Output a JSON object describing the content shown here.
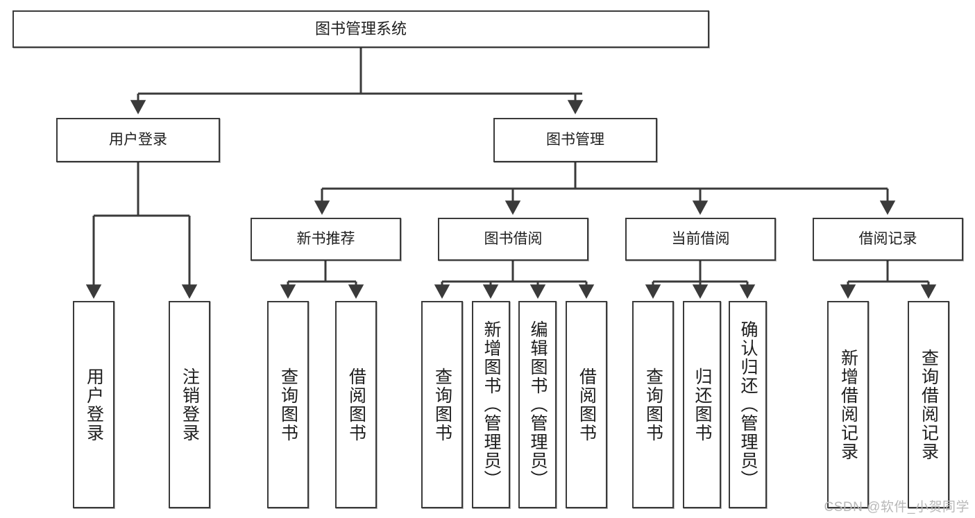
{
  "diagram": {
    "type": "tree",
    "title": "图书管理系统",
    "root": {
      "label": "图书管理系统"
    },
    "level2": [
      {
        "label": "用户登录"
      },
      {
        "label": "图书管理"
      }
    ],
    "level3": [
      {
        "label": "新书推荐"
      },
      {
        "label": "图书借阅"
      },
      {
        "label": "当前借阅"
      },
      {
        "label": "借阅记录"
      }
    ],
    "leaves": {
      "user_login": [
        {
          "label": "用户登录"
        },
        {
          "label": "注销登录"
        }
      ],
      "new_book_recommend": [
        {
          "label": "查询图书"
        },
        {
          "label": "借阅图书"
        }
      ],
      "book_borrow": [
        {
          "label": "查询图书"
        },
        {
          "label": "新增图书（管理员）"
        },
        {
          "label": "编辑图书（管理员）"
        },
        {
          "label": "借阅图书"
        }
      ],
      "current_borrow": [
        {
          "label": "查询图书"
        },
        {
          "label": "归还图书"
        },
        {
          "label": "确认归还（管理员）"
        }
      ],
      "borrow_record": [
        {
          "label": "新增借阅记录"
        },
        {
          "label": "查询借阅记录"
        }
      ]
    }
  },
  "watermark": {
    "text": "CSDN @软件_小贺同学"
  },
  "colors": {
    "border": "#3a3a3a",
    "background": "#ffffff",
    "text": "#1d1d1d",
    "watermark": "#b8b8b8"
  }
}
